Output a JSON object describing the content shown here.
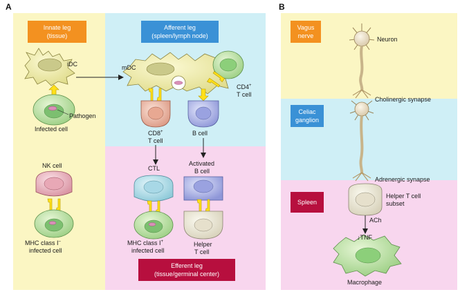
{
  "panel_a": {
    "letter": "A",
    "innate_leg": {
      "line1": "Innate leg",
      "line2": "(tissue)"
    },
    "afferent_leg": {
      "line1": "Afferent leg",
      "line2": "(spleen/lymph node)"
    },
    "efferent_leg": {
      "line1": "Efferent leg",
      "line2": "(tissue/germinal center)"
    },
    "labels": {
      "idc": "iDC",
      "mdc": "mDC",
      "pathogen": "Pathogen",
      "infected_cell": "Infected cell",
      "cd4_line1": "CD4",
      "cd4_sup": "+",
      "cd4_line2": "T cell",
      "cd8_line1": "CD8",
      "cd8_sup": "+",
      "cd8_line2": "T cell",
      "b_cell": "B cell",
      "nk_cell": "NK cell",
      "mhc_left_line1": "MHC class I",
      "mhc_left_sup": "–",
      "mhc_left_line2": "infected cell",
      "ctl": "CTL",
      "activated_b_line1": "Activated",
      "activated_b_line2": "B cell",
      "mhc_right_line1": "MHC class I",
      "mhc_right_sup": "+",
      "mhc_right_line2": "infected cell",
      "helper_line1": "Helper",
      "helper_line2": "T cell"
    }
  },
  "panel_b": {
    "letter": "B",
    "vagus": {
      "line1": "Vagus",
      "line2": "nerve"
    },
    "celiac": {
      "line1": "Celiac",
      "line2": "ganglion"
    },
    "spleen": "Spleen",
    "labels": {
      "neuron": "Neuron",
      "cholinergic": "Cholinergic synapse",
      "adrenergic": "Adrenergic synapse",
      "helper_line1": "Helper T cell",
      "helper_line2": "subset",
      "ach": "ACh",
      "tnf": "TNF",
      "tnf_arrow": "↓",
      "macrophage": "Macrophage"
    }
  },
  "colors": {
    "yellow_bg": "#fbf6c3",
    "blue_bg": "#cfeff6",
    "pink_bg": "#f8d6ee",
    "orange_tag": "#f39120",
    "blue_tag": "#3a91d6",
    "red_tag": "#b70f3e",
    "arrow_yellow": "#ffe01a"
  }
}
